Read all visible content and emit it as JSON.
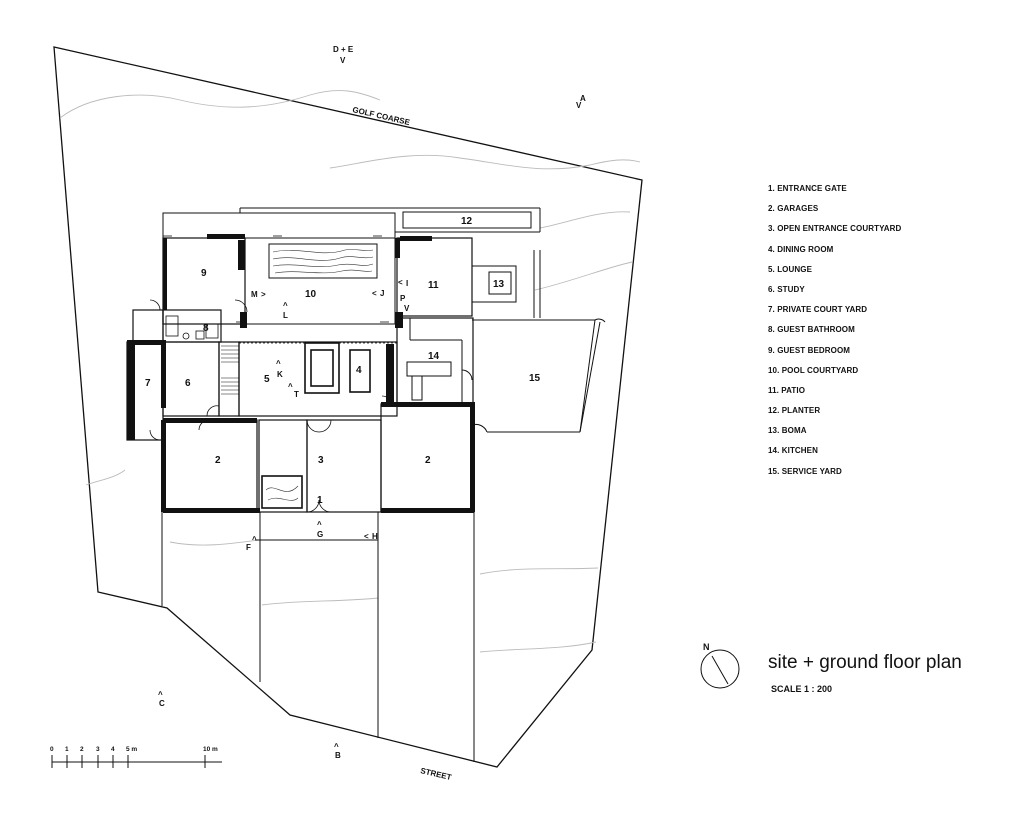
{
  "plan_title": "site + ground floor plan",
  "scale_label": "SCALE 1 : 200",
  "north_label": "N",
  "site_labels": {
    "golf_course": "GOLF COARSE",
    "street": "STREET"
  },
  "view_markers": [
    {
      "id": "de",
      "label": "D + E",
      "arrow": "V"
    },
    {
      "id": "a",
      "label": "A",
      "arrow": "V"
    },
    {
      "id": "b",
      "label": "B",
      "arrow": "^"
    },
    {
      "id": "c",
      "label": "C",
      "arrow": "^"
    },
    {
      "id": "f",
      "label": "F",
      "arrow": "^"
    },
    {
      "id": "g",
      "label": "G",
      "arrow": "^"
    },
    {
      "id": "h",
      "label": "H",
      "arrow": "<"
    },
    {
      "id": "i",
      "label": "I",
      "arrow": "<"
    },
    {
      "id": "j",
      "label": "J",
      "arrow": "<"
    },
    {
      "id": "k",
      "label": "K",
      "arrow": "^"
    },
    {
      "id": "l",
      "label": "L",
      "arrow": "^"
    },
    {
      "id": "m",
      "label": "M",
      "arrow": ">"
    },
    {
      "id": "p",
      "label": "P",
      "arrow": "V"
    },
    {
      "id": "t",
      "label": "T",
      "arrow": "^"
    }
  ],
  "room_numbers": [
    "1",
    "2",
    "2",
    "3",
    "4",
    "5",
    "6",
    "7",
    "8",
    "9",
    "10",
    "11",
    "12",
    "13",
    "14",
    "15"
  ],
  "legend": [
    "1. ENTRANCE GATE",
    "2. GARAGES",
    "3. OPEN ENTRANCE COURTYARD",
    "4. DINING ROOM",
    "5. LOUNGE",
    "6. STUDY",
    "7. PRIVATE COURT YARD",
    "8. GUEST BATHROOM",
    "9. GUEST BEDROOM",
    "10. POOL COURTYARD",
    "11. PATIO",
    "12. PLANTER",
    "13. BOMA",
    "14. KITCHEN",
    "15. SERVICE YARD"
  ],
  "scale_bar": {
    "ticks": [
      "0",
      "1",
      "2",
      "3",
      "4",
      "5 m",
      "10 m"
    ]
  }
}
